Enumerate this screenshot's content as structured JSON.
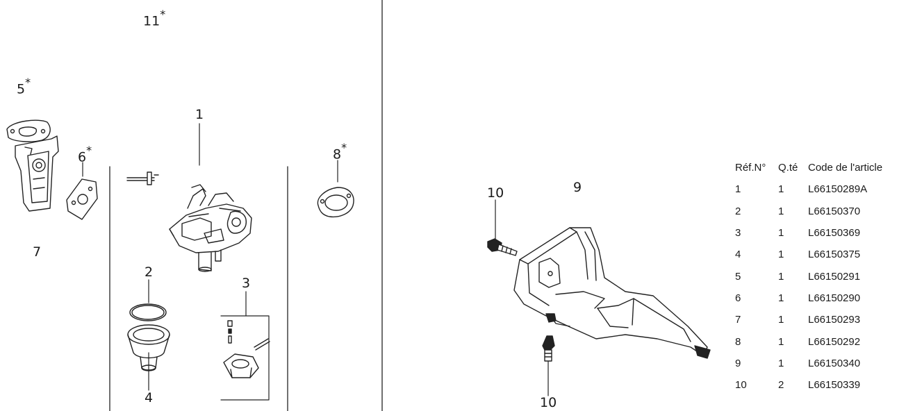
{
  "callouts": {
    "c11": {
      "num": "11",
      "mark": "*"
    },
    "c5": {
      "num": "5",
      "mark": "*"
    },
    "c6": {
      "num": "6",
      "mark": "*"
    },
    "c8": {
      "num": "8",
      "mark": "*"
    },
    "c1": {
      "num": "1",
      "mark": ""
    },
    "c7": {
      "num": "7",
      "mark": ""
    },
    "c2": {
      "num": "2",
      "mark": ""
    },
    "c3": {
      "num": "3",
      "mark": ""
    },
    "c4": {
      "num": "4",
      "mark": ""
    },
    "c9": {
      "num": "9",
      "mark": ""
    },
    "c10a": {
      "num": "10",
      "mark": ""
    },
    "c10b": {
      "num": "10",
      "mark": ""
    }
  },
  "parts_table": {
    "headers": {
      "ref": "Réf.N°",
      "qty": "Q.té",
      "code": "Code de l'article"
    },
    "rows": [
      {
        "ref": "1",
        "qty": "1",
        "code": "L66150289A"
      },
      {
        "ref": "2",
        "qty": "1",
        "code": "L66150370"
      },
      {
        "ref": "3",
        "qty": "1",
        "code": "L66150369"
      },
      {
        "ref": "4",
        "qty": "1",
        "code": "L66150375"
      },
      {
        "ref": "5",
        "qty": "1",
        "code": "L66150291"
      },
      {
        "ref": "6",
        "qty": "1",
        "code": "L66150290"
      },
      {
        "ref": "7",
        "qty": "1",
        "code": "L66150293"
      },
      {
        "ref": "8",
        "qty": "1",
        "code": "L66150292"
      },
      {
        "ref": "9",
        "qty": "1",
        "code": "L66150340"
      },
      {
        "ref": "10",
        "qty": "2",
        "code": "L66150339"
      }
    ]
  },
  "colors": {
    "line": "#222222",
    "background": "#ffffff"
  },
  "parts": [
    "carburetor",
    "bowl-gasket",
    "float-kit",
    "float-bowl",
    "carburetor-gasket",
    "insulator-gasket",
    "mounting-bracket",
    "air-filter-gasket",
    "air-filter-base",
    "base-screw"
  ]
}
